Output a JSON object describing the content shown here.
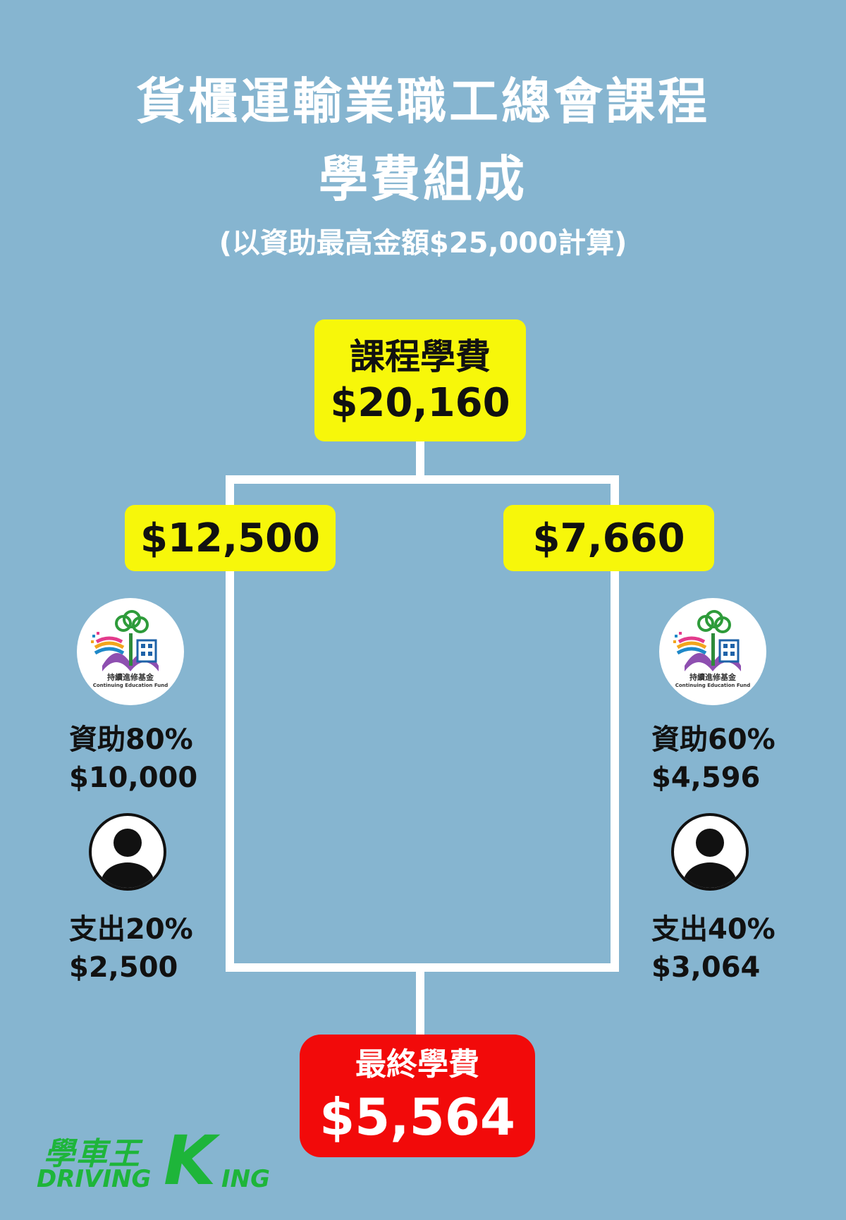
{
  "header": {
    "title_line1": "貨櫃運輸業職工總會課程",
    "title_line2": "學費組成",
    "subtitle": "(以資助最高金額$25,000計算)"
  },
  "course_fee": {
    "label": "課程學費",
    "amount": "$20,160"
  },
  "left_branch": {
    "amount": "$12,500",
    "fund_logo": {
      "name_zh": "持續進修基金",
      "name_en": "Continuing Education Fund"
    },
    "subsidy": {
      "label": "資助80%",
      "amount": "$10,000"
    },
    "payment": {
      "label": "支出20%",
      "amount": "$2,500"
    }
  },
  "right_branch": {
    "amount": "$7,660",
    "fund_logo": {
      "name_zh": "持續進修基金",
      "name_en": "Continuing Education Fund"
    },
    "subsidy": {
      "label": "資助60%",
      "amount": "$4,596"
    },
    "payment": {
      "label": "支出40%",
      "amount": "$3,064"
    }
  },
  "final_fee": {
    "label": "最終學費",
    "amount": "$5,564"
  },
  "brand": {
    "name_zh": "學車王",
    "name_en_1": "DRIVING",
    "name_en_k": "K",
    "name_en_2": "ING"
  },
  "colors": {
    "background": "#86b5d0",
    "highlight_yellow": "#f7f70a",
    "final_red": "#f20a0a",
    "brand_green": "#1eb53a"
  },
  "icons": [
    "fund-logo-icon",
    "person-avatar-icon"
  ]
}
